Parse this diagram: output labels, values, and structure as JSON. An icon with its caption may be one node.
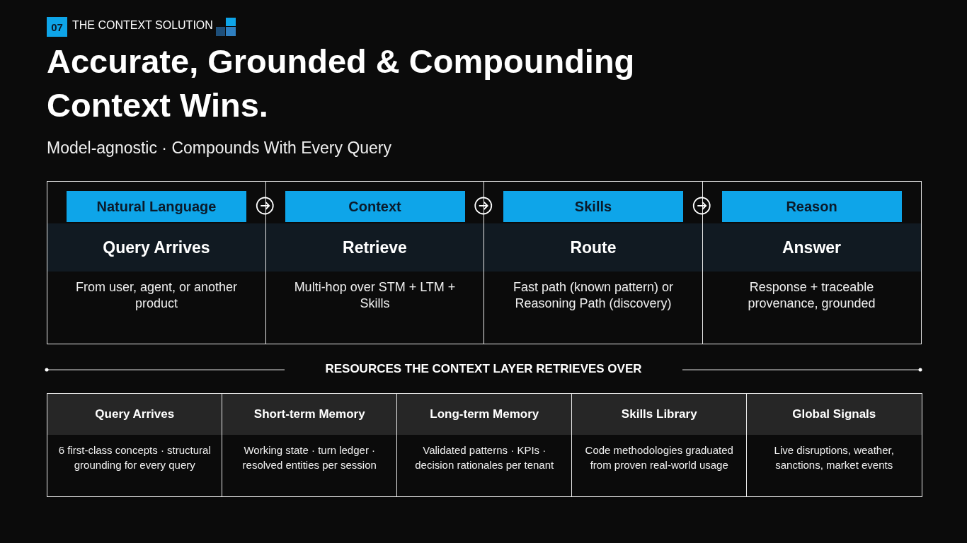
{
  "diagram": {
    "title": "Accurate, Grounded & Compounding Context Wins.",
    "nodes": [
      {
        "text": [
          "Natural Language",
          "Query Arrives",
          "From user, agent, or another product"
        ]
      },
      {
        "text": [
          "Context",
          "Retrieve",
          "Multi-hop over STM + LTM + Skills"
        ]
      },
      {
        "text": [
          "Skills",
          "Route",
          "Fast path (known pattern) or Reasoning Path (discovery)"
        ]
      },
      {
        "text": [
          "Reason",
          "Answer",
          "Response + traceable provenance, grounded"
        ]
      },
      {
        "text": [
          "Query Arrives",
          "6 first-class concepts · structural grounding for every query"
        ]
      },
      {
        "text": [
          "Short-term Memory",
          "Working state · turn ledger · resolved entities per session"
        ]
      },
      {
        "text": [
          "Long-term Memory",
          "Validated patterns · KPIs · decision rationales per tenant"
        ]
      },
      {
        "text": [
          "Skills Library",
          "Code methodologies graduated from proven real-world usage"
        ]
      },
      {
        "text": [
          "Global Signals",
          "Live disruptions, weather, sanctions, market events"
        ]
      }
    ],
    "edges": [
      {
        "from": 0,
        "to": 1,
        "arrow": "to"
      },
      {
        "from": 1,
        "to": 2,
        "arrow": "to"
      },
      {
        "from": 2,
        "to": 3,
        "arrow": "to"
      }
    ],
    "labels": [
      "07",
      "THE CONTEXT SOLUTION",
      "Model-agnostic · Compounds With Every Query",
      "RESOURCES THE CONTEXT LAYER RETRIEVES OVER"
    ]
  }
}
